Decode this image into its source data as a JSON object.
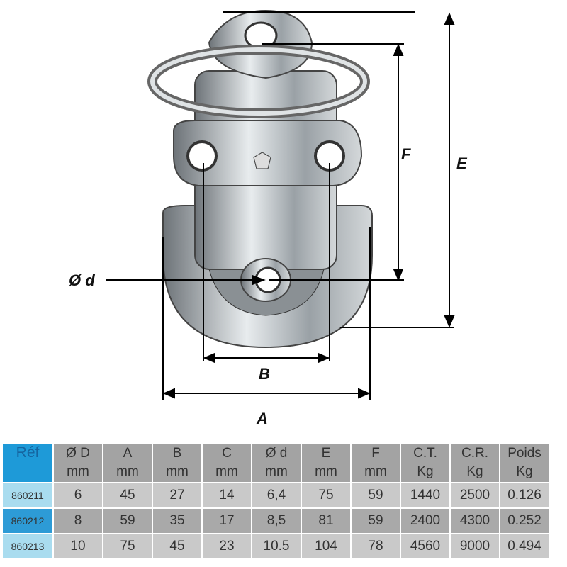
{
  "dimension_labels": {
    "A": "A",
    "B": "B",
    "E": "E",
    "F": "F",
    "d": "Ø d"
  },
  "table": {
    "headers": [
      [
        "Réf",
        ""
      ],
      [
        "Ø D",
        "mm"
      ],
      [
        "A",
        "mm"
      ],
      [
        "B",
        "mm"
      ],
      [
        "C",
        "mm"
      ],
      [
        "Ø d",
        "mm"
      ],
      [
        "E",
        "mm"
      ],
      [
        "F",
        "mm"
      ],
      [
        "C.T.",
        "Kg"
      ],
      [
        "C.R.",
        "Kg"
      ],
      [
        "Poids",
        "Kg"
      ]
    ],
    "rows": [
      [
        "860211",
        "6",
        "45",
        "27",
        "14",
        "6,4",
        "75",
        "59",
        "1440",
        "2500",
        "0.126"
      ],
      [
        "860212",
        "8",
        "59",
        "35",
        "17",
        "8,5",
        "81",
        "59",
        "2400",
        "4300",
        "0.252"
      ],
      [
        "860213",
        "10",
        "75",
        "45",
        "23",
        "10.5",
        "104",
        "78",
        "4560",
        "9000",
        "0.494"
      ]
    ]
  },
  "colors": {
    "ref_header": "#1e9ad8",
    "ref_cell_light": "#a9dcef",
    "ref_cell_dark": "#2d9bd6",
    "header": "#a3a3a3"
  }
}
